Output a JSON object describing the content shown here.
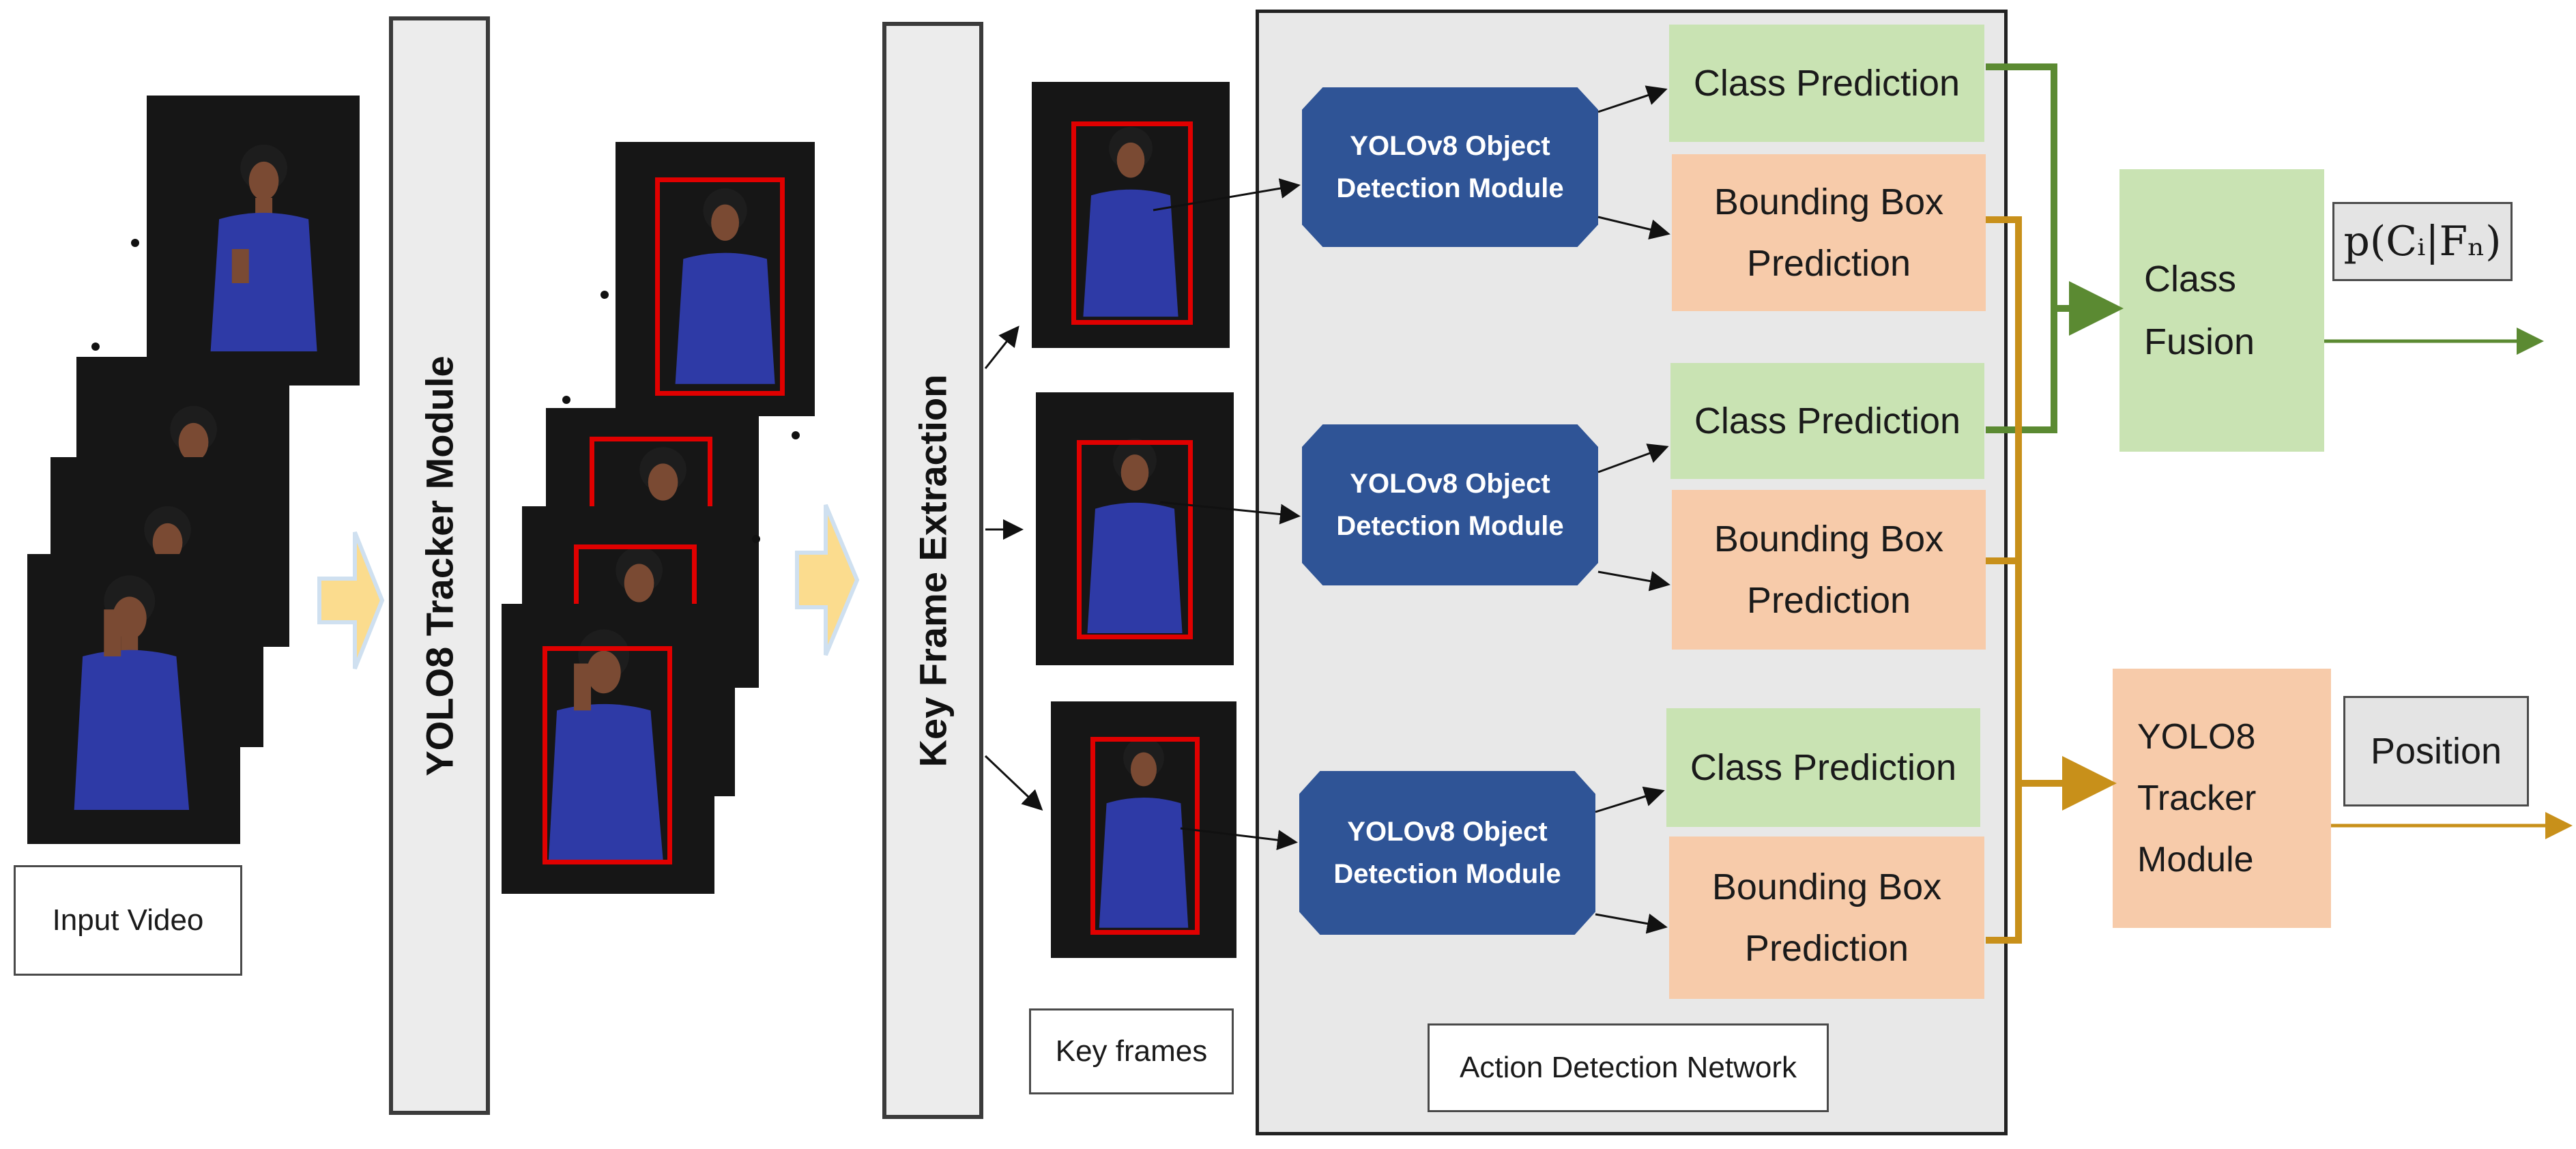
{
  "labels": {
    "input_video": "Input Video",
    "tracker_col": "YOLO8 Tracker Module",
    "key_frame_extraction": "Key Frame Extraction",
    "key_frames": "Key frames",
    "action_detection_network": "Action Detection Network",
    "yolov8_module": "YOLOv8 Object\nDetection Module",
    "class_prediction": "Class Prediction",
    "bbox_prediction": "Bounding Box\nPrediction",
    "class_fusion": "Class\nFusion",
    "probability": "p(Cᵢ|Fₙ)",
    "tracker_module": "YOLO8\nTracker\nModule",
    "position": "Position"
  },
  "colors": {
    "green_box": "#c9e3b3",
    "orange_box": "#f7cbaa",
    "yolo_module": "#2f5496",
    "green_line": "#5b8a32",
    "gold_line": "#c8901a",
    "red_bbox": "#e00000",
    "arrow_fill": "#fbdc8e"
  }
}
